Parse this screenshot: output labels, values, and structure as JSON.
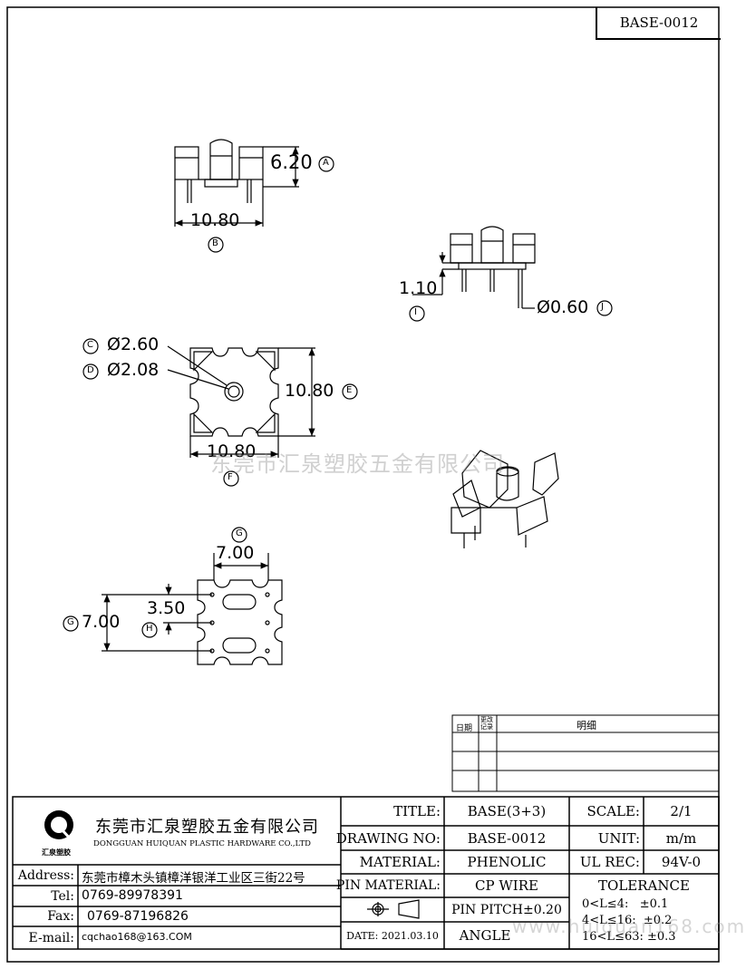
{
  "drawing_code": "BASE-0012",
  "watermark": "东莞市汇泉塑胶五金有限公司",
  "watermark_url": "www.huiquan168.com",
  "dims": {
    "a_val": "6.20",
    "a_tag": "A",
    "b_val": "10.80",
    "b_tag": "B",
    "i_val": "1.10",
    "i_tag": "I",
    "j_val": "Ø0.60",
    "j_tag": "J",
    "c_val": "Ø2.60",
    "c_tag": "C",
    "d_val": "Ø2.08",
    "d_tag": "D",
    "e_val": "10.80",
    "e_tag": "E",
    "f_val": "10.80",
    "f_tag": "F",
    "g_top_val": "7.00",
    "g_top_tag": "G",
    "g_left_val": "7.00",
    "g_left_tag": "G",
    "h_val": "3.50",
    "h_tag": "H"
  },
  "revision": {
    "date_label": "日期",
    "change_label": "更改 记录",
    "detail_label": "明细"
  },
  "company": {
    "name_cn": "东莞市汇泉塑胶五金有限公司",
    "name_en": "DONGGUAN HUIQUAN PLASTIC HARDWARE CO.,LTD",
    "logo_text": "汇泉塑胶",
    "address_label": "Address:",
    "address": "东莞市樟木头镇樟洋银洋工业区三街22号",
    "tel_label": "Tel:",
    "tel": "0769-89978391",
    "fax_label": "Fax:",
    "fax": "0769-87196826",
    "email_label": "E-mail:",
    "email": "cqchao168@163.COM"
  },
  "title_block": {
    "title_label": "TITLE:",
    "title": "BASE(3+3)",
    "drawing_no_label": "DRAWING NO:",
    "drawing_no": "BASE-0012",
    "material_label": "MATERIAL:",
    "material": "PHENOLIC",
    "pin_material_label": "PIN MATERIAL:",
    "pin_material": "CP WIRE",
    "pin_pitch": "PIN PITCH±0.20",
    "angle": "ANGLE",
    "date": "DATE: 2021.03.10",
    "scale_label": "SCALE:",
    "scale": "2/1",
    "unit_label": "UNIT:",
    "unit": "m/m",
    "ul_label": "UL REC:",
    "ul": "94V-0",
    "tolerance_label": "TOLERANCE",
    "tol1": "0<L≤4:   ±0.1",
    "tol2": "4<L≤16:  ±0.2",
    "tol3": "16<L≤63: ±0.3"
  }
}
